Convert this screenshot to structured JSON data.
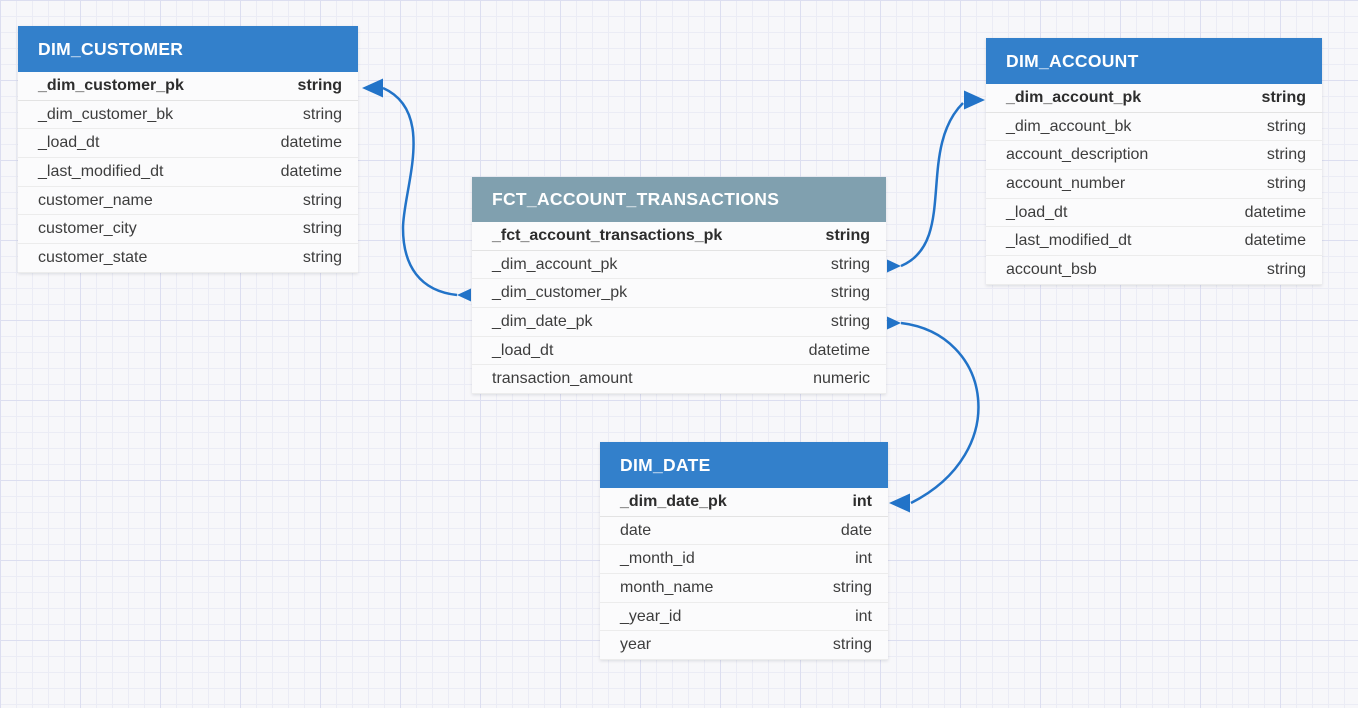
{
  "diagram": {
    "type": "star-schema-erd",
    "colors": {
      "dim_header": "#3380cb",
      "fact_header": "#80a0af",
      "connector": "#2273c8",
      "row_background": "#fbfbfc",
      "canvas_background": "#f7f7fa",
      "grid_line_minor": "#ebecf5",
      "grid_line_major": "#dcdef0"
    },
    "tables": {
      "dim_customer": {
        "name": "DIM_CUSTOMER",
        "kind": "dimension",
        "columns": [
          {
            "name": "_dim_customer_pk",
            "type": "string",
            "key": true
          },
          {
            "name": "_dim_customer_bk",
            "type": "string"
          },
          {
            "name": "_load_dt",
            "type": "datetime"
          },
          {
            "name": "_last_modified_dt",
            "type": "datetime"
          },
          {
            "name": "customer_name",
            "type": "string"
          },
          {
            "name": "customer_city",
            "type": "string"
          },
          {
            "name": "customer_state",
            "type": "string"
          }
        ]
      },
      "fct_account_transactions": {
        "name": "FCT_ACCOUNT_TRANSACTIONS",
        "kind": "fact",
        "columns": [
          {
            "name": "_fct_account_transactions_pk",
            "type": "string",
            "key": true
          },
          {
            "name": "_dim_account_pk",
            "type": "string"
          },
          {
            "name": "_dim_customer_pk",
            "type": "string"
          },
          {
            "name": "_dim_date_pk",
            "type": "string"
          },
          {
            "name": "_load_dt",
            "type": "datetime"
          },
          {
            "name": "transaction_amount",
            "type": "numeric"
          }
        ]
      },
      "dim_account": {
        "name": "DIM_ACCOUNT",
        "kind": "dimension",
        "columns": [
          {
            "name": "_dim_account_pk",
            "type": "string",
            "key": true
          },
          {
            "name": "_dim_account_bk",
            "type": "string"
          },
          {
            "name": "account_description",
            "type": "string"
          },
          {
            "name": "account_number",
            "type": "string"
          },
          {
            "name": "_load_dt",
            "type": "datetime"
          },
          {
            "name": "_last_modified_dt",
            "type": "datetime"
          },
          {
            "name": "account_bsb",
            "type": "string"
          }
        ]
      },
      "dim_date": {
        "name": "DIM_DATE",
        "kind": "dimension",
        "columns": [
          {
            "name": "_dim_date_pk",
            "type": "int",
            "key": true
          },
          {
            "name": "date",
            "type": "date"
          },
          {
            "name": "_month_id",
            "type": "int"
          },
          {
            "name": "month_name",
            "type": "string"
          },
          {
            "name": "_year_id",
            "type": "int"
          },
          {
            "name": "year",
            "type": "string"
          }
        ]
      }
    },
    "relationships": [
      {
        "from_table": "FCT_ACCOUNT_TRANSACTIONS",
        "from_column": "_dim_customer_pk",
        "to_table": "DIM_CUSTOMER",
        "to_column": "_dim_customer_pk"
      },
      {
        "from_table": "FCT_ACCOUNT_TRANSACTIONS",
        "from_column": "_dim_account_pk",
        "to_table": "DIM_ACCOUNT",
        "to_column": "_dim_account_pk"
      },
      {
        "from_table": "FCT_ACCOUNT_TRANSACTIONS",
        "from_column": "_dim_date_pk",
        "to_table": "DIM_DATE",
        "to_column": "_dim_date_pk"
      }
    ]
  }
}
